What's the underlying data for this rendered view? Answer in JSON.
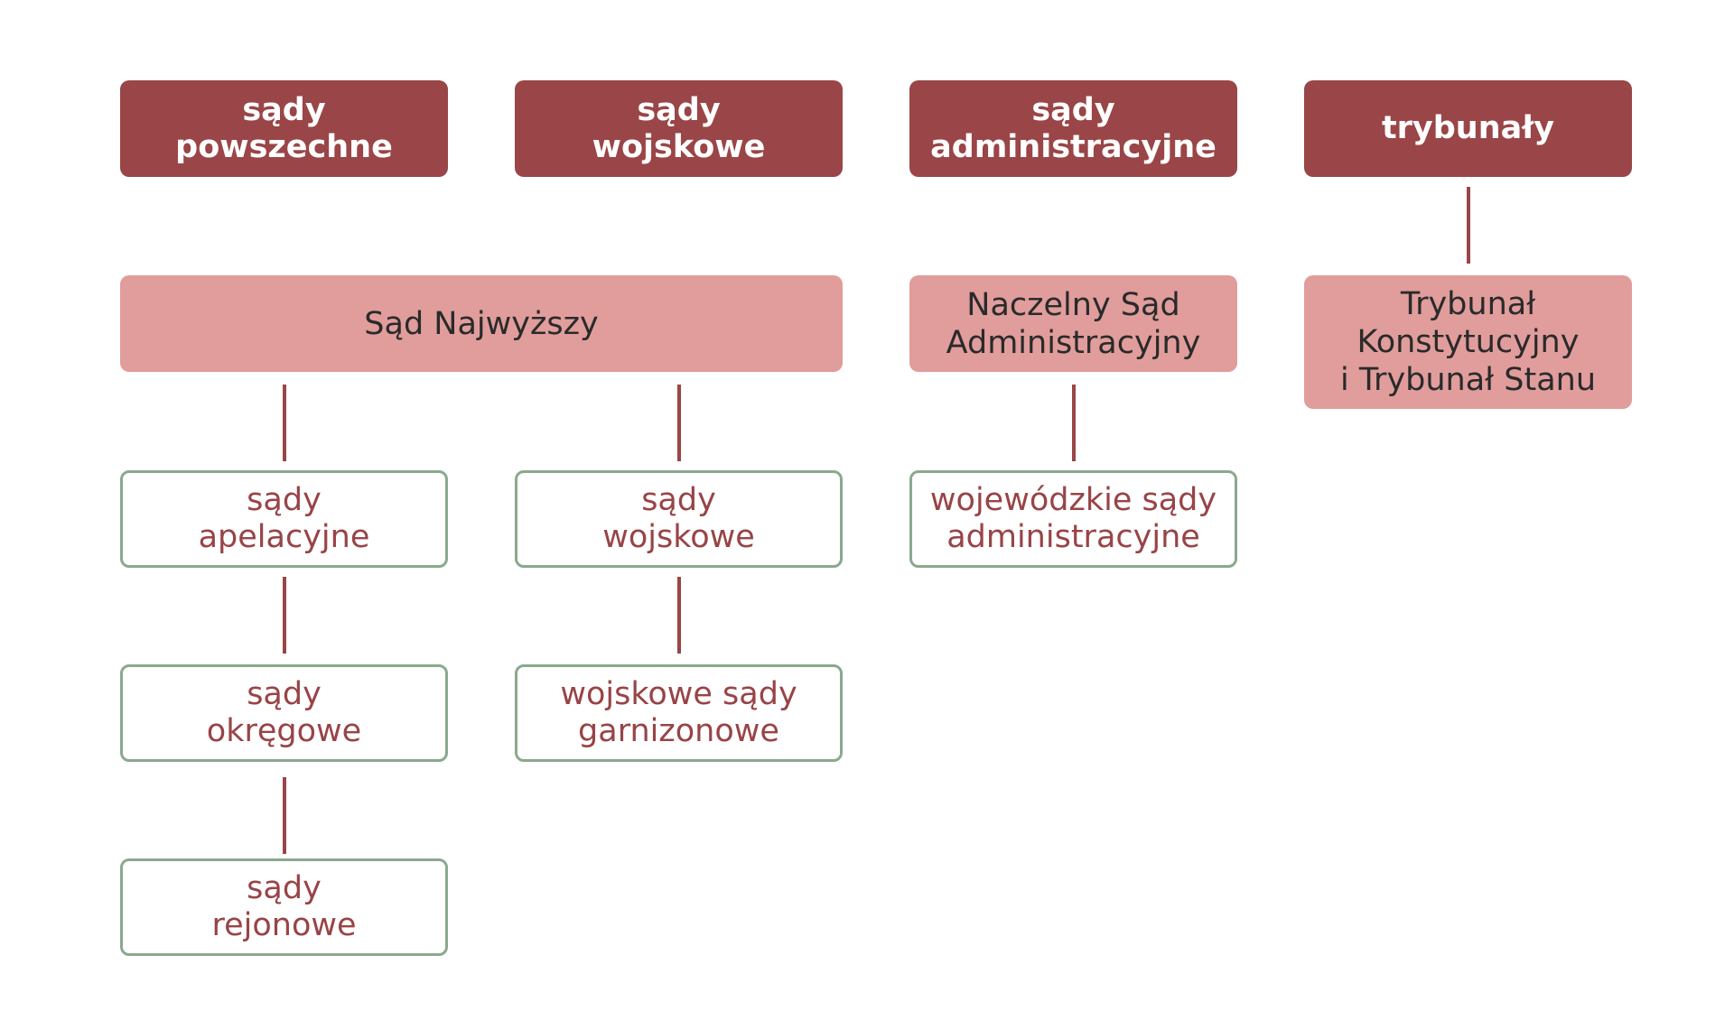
{
  "headers": [
    {
      "label": "sądy\npowszechne"
    },
    {
      "label": "sądy\nwojskowe"
    },
    {
      "label": "sądy\nadministracyjne"
    },
    {
      "label": "trybunały"
    }
  ],
  "top_courts": [
    {
      "label": "Sąd Najwyższy"
    },
    {
      "label": "Naczelny Sąd\nAdministracyjny"
    },
    {
      "label": "Trybunał\nKonstytucyjny\ni Trybunał Stanu"
    }
  ],
  "lower_courts": {
    "common": [
      {
        "label": "sądy\napelacyjne"
      },
      {
        "label": "sądy\nokręgowe"
      },
      {
        "label": "sądy\nrejonowe"
      }
    ],
    "military": [
      {
        "label": "sądy\nwojskowe"
      },
      {
        "label": "wojskowe sądy\ngarnizonowe"
      }
    ],
    "administrative": [
      {
        "label": "wojewódzkie sądy\nadministracyjne"
      }
    ]
  },
  "colors": {
    "header": "#9a4547",
    "top_court": "#e09d9c",
    "leaf_border": "#8aa98e",
    "leaf_text": "#984447",
    "connector": "#9a4547"
  }
}
